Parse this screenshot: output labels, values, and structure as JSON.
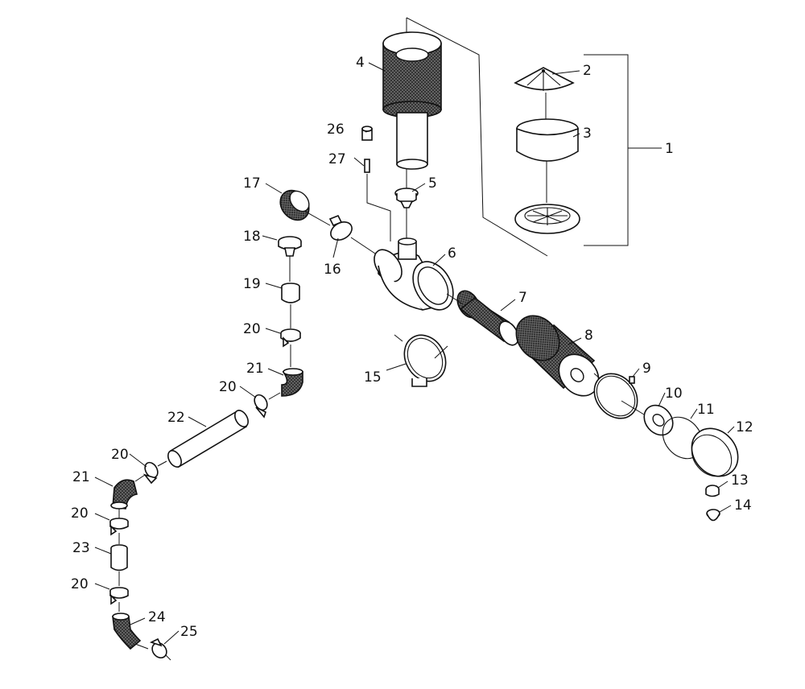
{
  "callouts": [
    {
      "num": "1"
    },
    {
      "num": "2"
    },
    {
      "num": "3"
    },
    {
      "num": "4"
    },
    {
      "num": "5"
    },
    {
      "num": "6"
    },
    {
      "num": "7"
    },
    {
      "num": "8"
    },
    {
      "num": "9"
    },
    {
      "num": "10"
    },
    {
      "num": "11"
    },
    {
      "num": "12"
    },
    {
      "num": "13"
    },
    {
      "num": "14"
    },
    {
      "num": "15"
    },
    {
      "num": "16"
    },
    {
      "num": "17"
    },
    {
      "num": "18"
    },
    {
      "num": "19"
    },
    {
      "num": "20"
    },
    {
      "num": "20"
    },
    {
      "num": "20"
    },
    {
      "num": "20"
    },
    {
      "num": "20"
    },
    {
      "num": "21"
    },
    {
      "num": "21"
    },
    {
      "num": "22"
    },
    {
      "num": "23"
    },
    {
      "num": "24"
    },
    {
      "num": "25"
    },
    {
      "num": "26"
    },
    {
      "num": "27"
    }
  ]
}
